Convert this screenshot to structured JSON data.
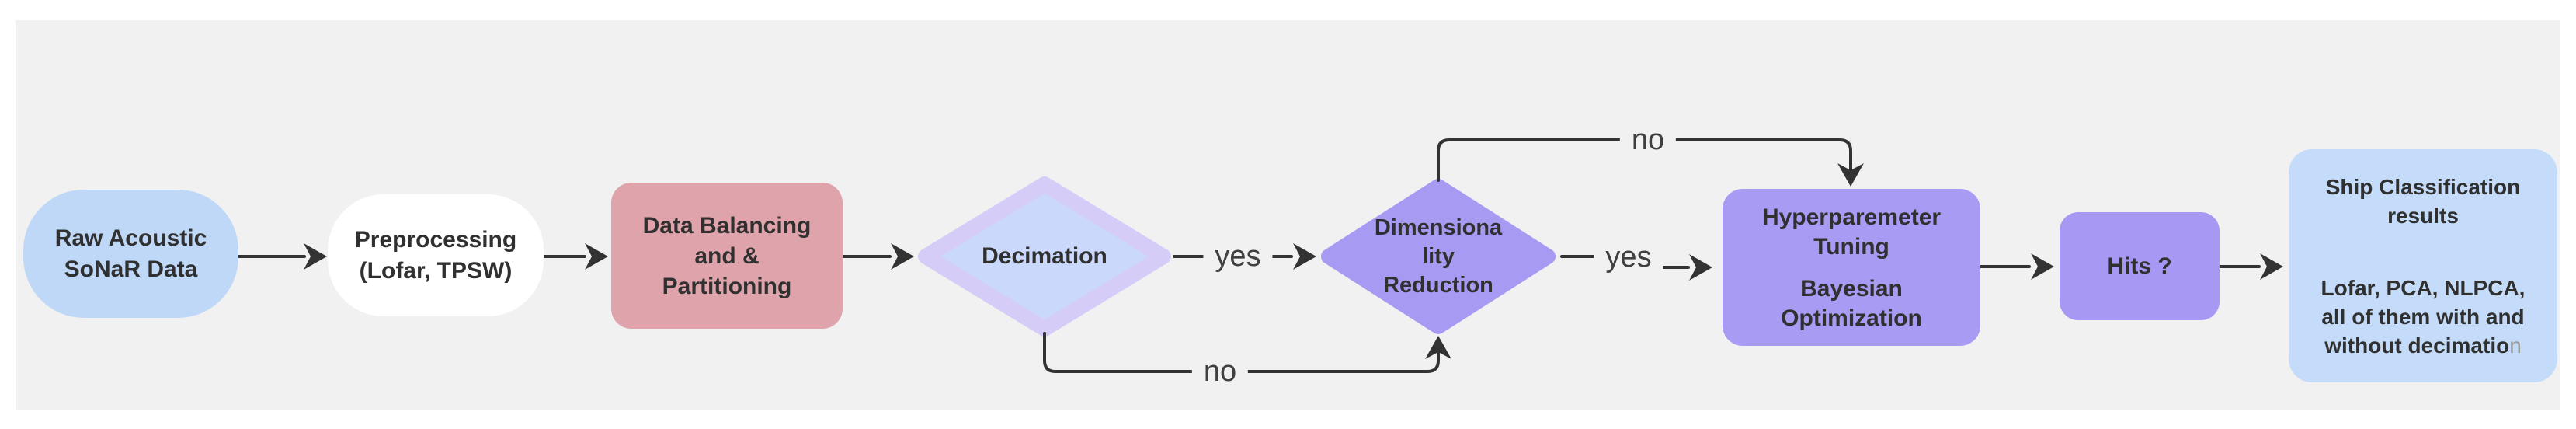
{
  "palette": {
    "page_bg": "#ffffff",
    "canvas_bg": "#f1f1f2",
    "line": "#333333",
    "node_text": "#303030",
    "label_text": "#404040",
    "faded_text": "#9b9b9b",
    "raw_data_fill": "#bfd8f7",
    "preprocessing_fill": "#ffffff",
    "balancing_fill": "#dfa3ab",
    "decimation_fill": "#c9d8fb",
    "decimation_rim": "#d5ccf8",
    "dimensionality_fill": "#a79af3",
    "hyperparameter_fill": "#a89bf4",
    "hits_fill": "#a798f3",
    "ship_results_fill": "#c4dcf9"
  },
  "nodes": {
    "raw_data": {
      "lines": [
        "Raw Acoustic",
        "SoNaR Data"
      ]
    },
    "preprocessing": {
      "lines": [
        "Preprocessing",
        "(Lofar, TPSW)"
      ]
    },
    "balancing": {
      "lines": [
        "Data Balancing",
        "and &",
        "Partitioning"
      ]
    },
    "decimation": {
      "label": "Decimation"
    },
    "dimensionality": {
      "lines": [
        "Dimensiona",
        "lity",
        "Reduction"
      ]
    },
    "hyperparameter": {
      "title_lines": [
        "Hyperparemeter",
        "Tuning"
      ],
      "body_lines": [
        "Bayesian",
        "Optimization"
      ]
    },
    "hits": {
      "label": "Hits ?"
    },
    "ship": {
      "title_lines": [
        "Ship Classification",
        "results"
      ],
      "body_lines": [
        "Lofar, PCA, NLPCA,",
        "all of them with and"
      ],
      "body_tail": "without decimatio",
      "body_tail_fade": "n"
    }
  },
  "edge_labels": {
    "decimation_yes": "yes",
    "decimation_no": "no",
    "dimensionality_no": "no",
    "dimensionality_yes": "yes"
  }
}
